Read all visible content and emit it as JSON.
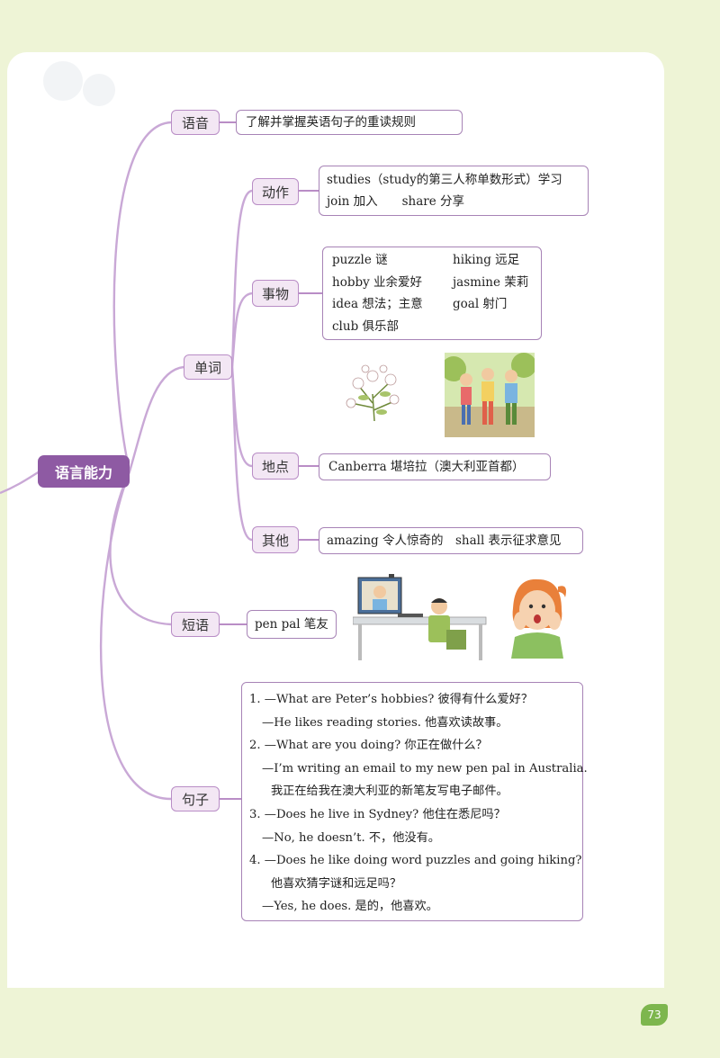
{
  "root": "语言能力",
  "branches": {
    "yuyin": {
      "label": "语音",
      "text": "了解并掌握英语句子的重读规则"
    },
    "danci": {
      "label": "单词",
      "dongzuo": {
        "label": "动作",
        "lines": [
          "studies（study的第三人称单数形式）学习",
          "join 加入　　share 分享"
        ]
      },
      "shiwu": {
        "label": "事物",
        "items": [
          "puzzle 谜",
          "hiking 远足",
          "hobby 业余爱好",
          "jasmine 茉莉",
          "idea 想法；主意",
          "goal 射门",
          "club 俱乐部"
        ]
      },
      "didian": {
        "label": "地点",
        "text": "Canberra 堪培拉（澳大利亚首都）"
      },
      "qita": {
        "label": "其他",
        "text": "amazing 令人惊奇的　shall 表示征求意见"
      }
    },
    "duanyu": {
      "label": "短语",
      "text": "pen pal 笔友"
    },
    "juzi": {
      "label": "句子",
      "lines": [
        "1. —What are Peter’s hobbies? 彼得有什么爱好？",
        "—He likes reading stories. 他喜欢读故事。",
        "2. —What are you doing? 你正在做什么？",
        "—I’m writing an email to my new pen pal in Australia.",
        "我正在给我在澳大利亚的新笔友写电子邮件。",
        "3. —Does he live in Sydney? 他住在悉尼吗？",
        "—No, he doesn’t. 不，他没有。",
        "4. —Does he like doing word puzzles and going hiking?",
        "他喜欢猜字谜和远足吗？",
        "—Yes, he does. 是的，他喜欢。"
      ]
    }
  },
  "page_number": "73",
  "colors": {
    "purple": "#8e5aa3",
    "node_fill": "#f3e7f4",
    "line": "#c7a6d4",
    "background": "#eef4d6"
  },
  "icons": [
    "jasmine-flower-illustration",
    "hiking-kids-illustration",
    "video-chat-illustration",
    "surprised-girl-illustration"
  ]
}
